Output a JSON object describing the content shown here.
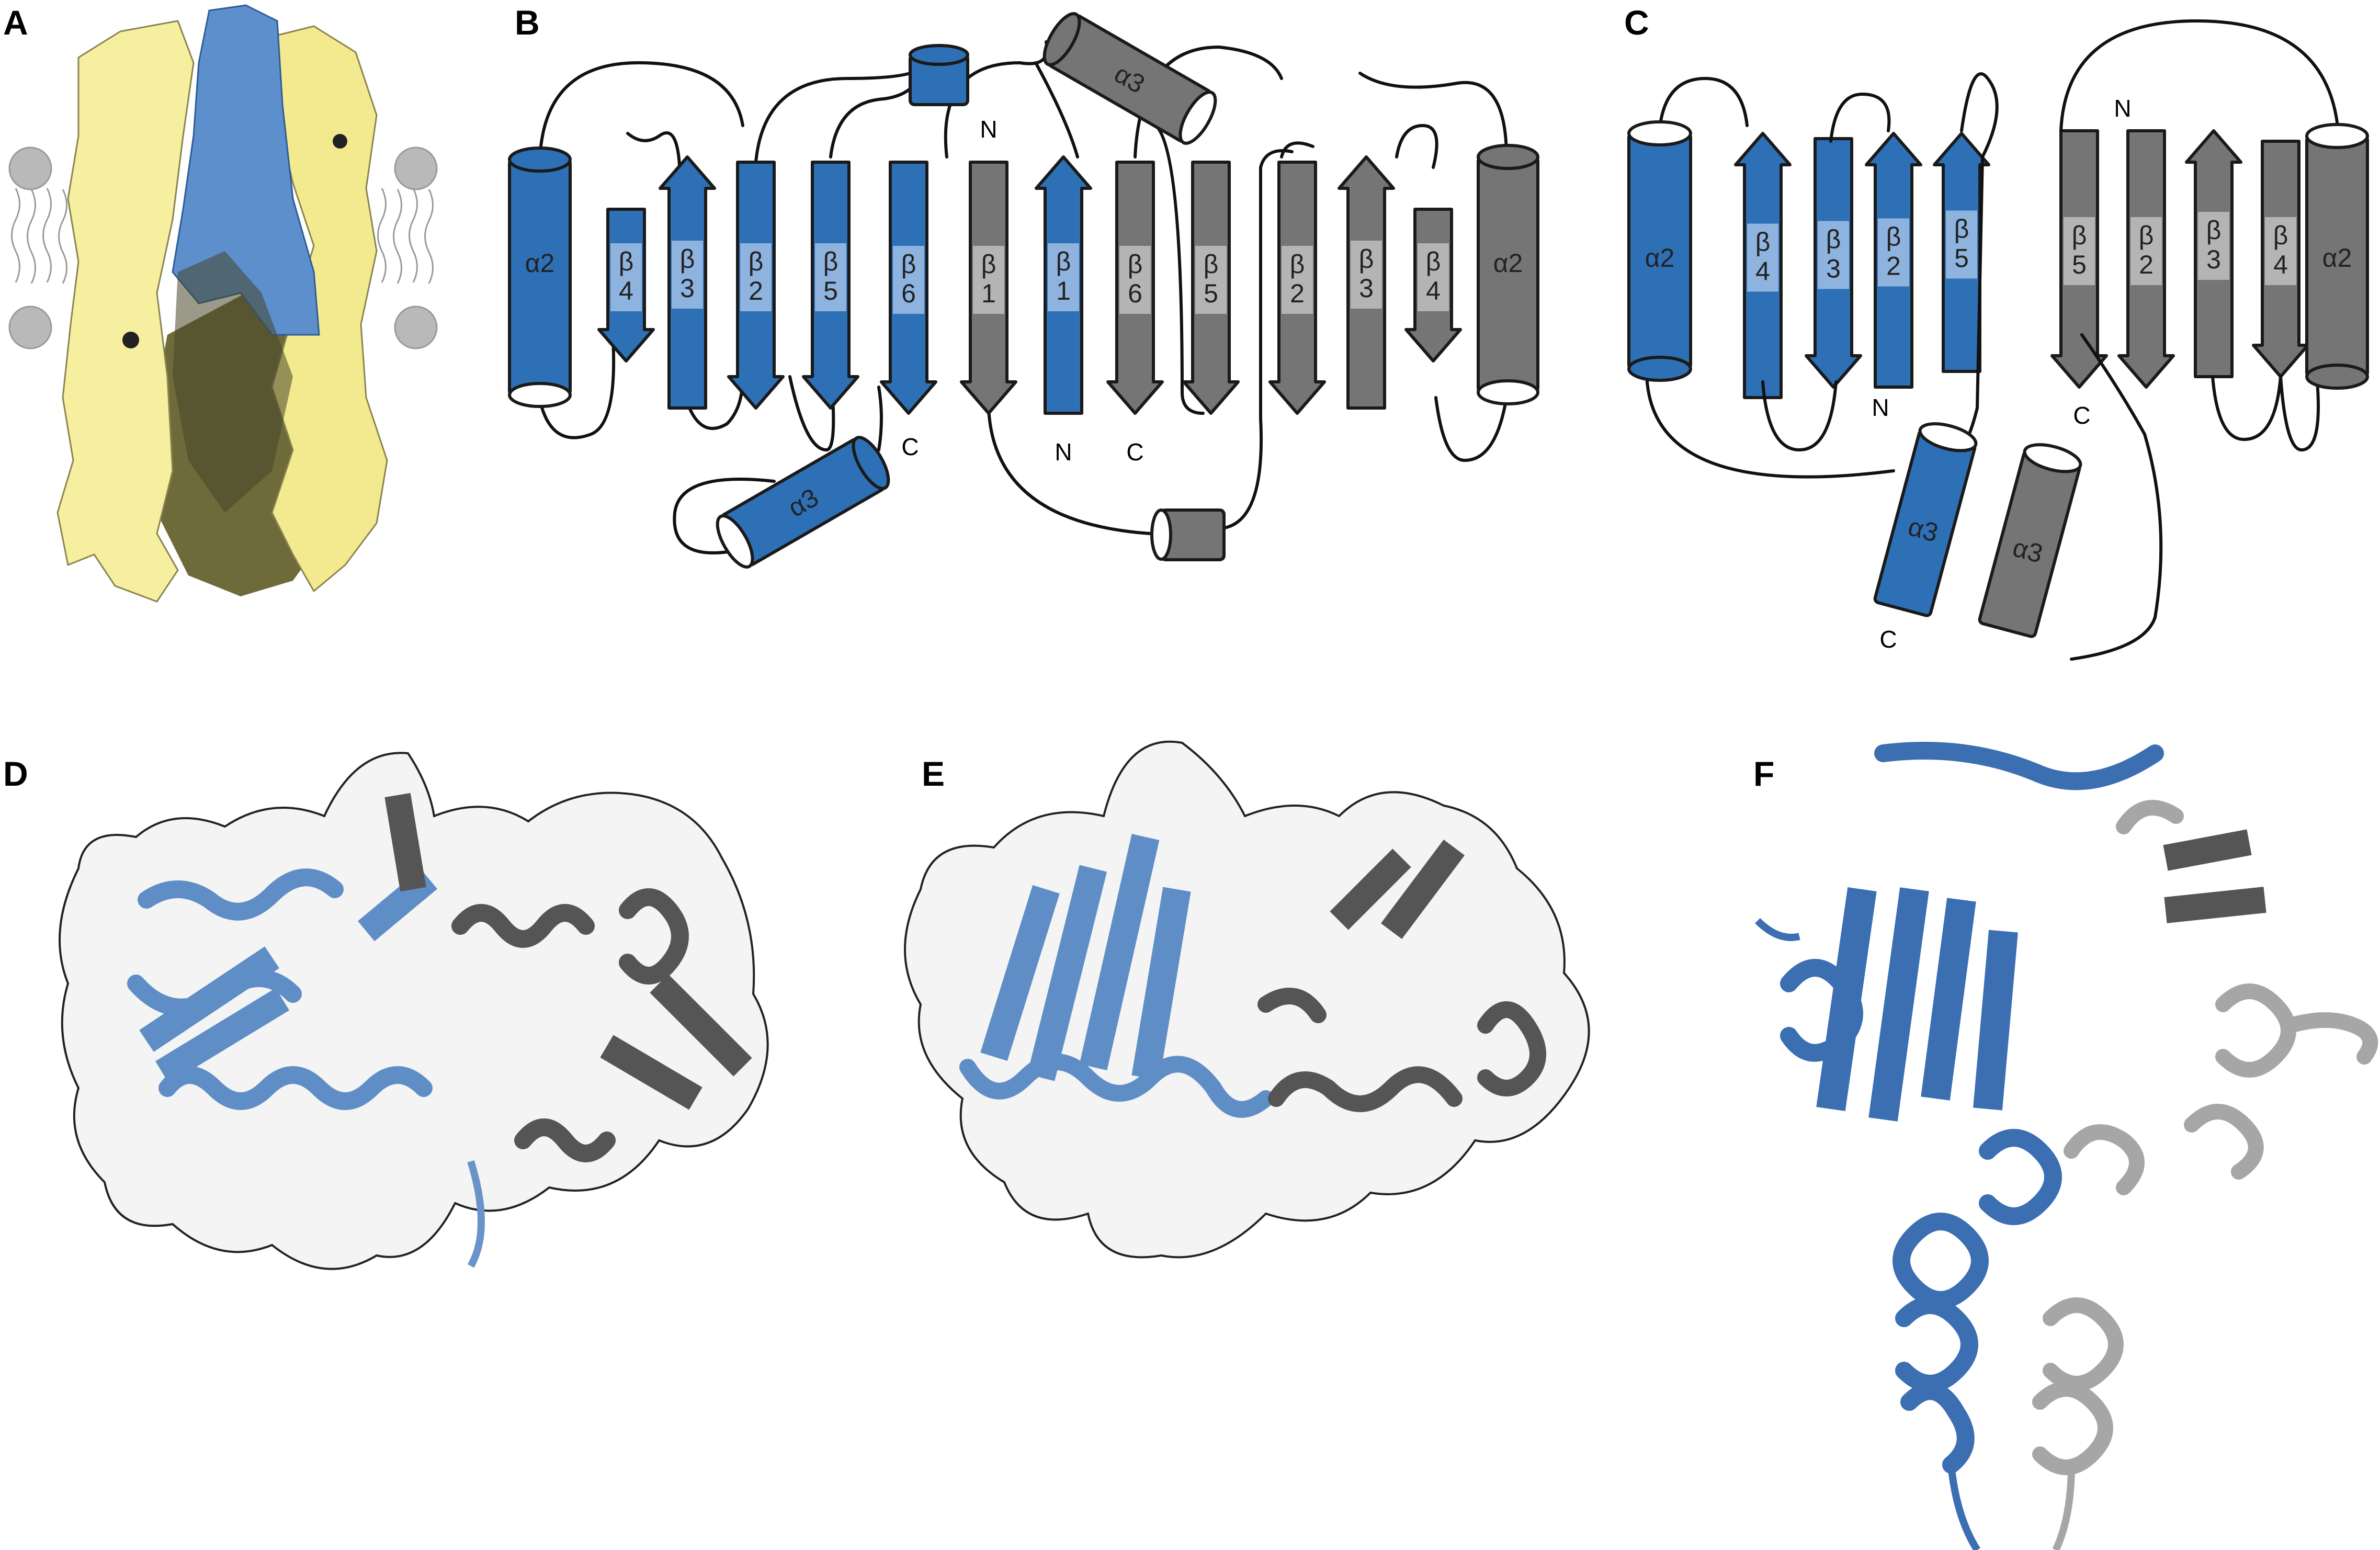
{
  "colors": {
    "chain_a": "#2e70b6",
    "chain_b": "#757575",
    "surface_yellow": "#f6ef9f",
    "outline": "#1a1a1a"
  },
  "panels": {
    "A": {
      "label": "A"
    },
    "B": {
      "label": "B",
      "elements": [
        {
          "chain": "blue",
          "type": "helix",
          "text": "α2"
        },
        {
          "chain": "blue",
          "type": "strand",
          "text": "β\n4"
        },
        {
          "chain": "blue",
          "type": "strand",
          "text": "β\n3"
        },
        {
          "chain": "blue",
          "type": "strand",
          "text": "β\n2"
        },
        {
          "chain": "blue",
          "type": "strand",
          "text": "β\n5"
        },
        {
          "chain": "blue",
          "type": "strand",
          "text": "β\n6"
        },
        {
          "chain": "grey",
          "type": "strand",
          "text": "β\n1"
        },
        {
          "chain": "blue",
          "type": "strand",
          "text": "β\n1"
        },
        {
          "chain": "grey",
          "type": "strand",
          "text": "β\n6"
        },
        {
          "chain": "grey",
          "type": "strand",
          "text": "β\n5"
        },
        {
          "chain": "grey",
          "type": "strand",
          "text": "β\n2"
        },
        {
          "chain": "grey",
          "type": "strand",
          "text": "β\n3"
        },
        {
          "chain": "grey",
          "type": "strand",
          "text": "β\n4"
        },
        {
          "chain": "grey",
          "type": "helix",
          "text": "α2"
        },
        {
          "chain": "blue",
          "type": "helix",
          "text": "α3"
        },
        {
          "chain": "grey",
          "type": "helix",
          "text": "α3"
        }
      ],
      "termini": [
        "N",
        "C",
        "N",
        "C"
      ]
    },
    "C": {
      "label": "C",
      "elements": [
        {
          "chain": "blue",
          "type": "helix",
          "text": "α2"
        },
        {
          "chain": "blue",
          "type": "strand",
          "text": "β\n4"
        },
        {
          "chain": "blue",
          "type": "strand",
          "text": "β\n3"
        },
        {
          "chain": "blue",
          "type": "strand",
          "text": "β\n2"
        },
        {
          "chain": "blue",
          "type": "strand",
          "text": "β\n5"
        },
        {
          "chain": "grey",
          "type": "strand",
          "text": "β\n5"
        },
        {
          "chain": "grey",
          "type": "strand",
          "text": "β\n2"
        },
        {
          "chain": "grey",
          "type": "strand",
          "text": "β\n3"
        },
        {
          "chain": "grey",
          "type": "strand",
          "text": "β\n4"
        },
        {
          "chain": "grey",
          "type": "helix",
          "text": "α2"
        },
        {
          "chain": "blue",
          "type": "helix",
          "text": "α3"
        },
        {
          "chain": "grey",
          "type": "helix",
          "text": "α3"
        }
      ],
      "termini": [
        "N",
        "N",
        "C",
        "C"
      ]
    },
    "D": {
      "label": "D"
    },
    "E": {
      "label": "E"
    },
    "F": {
      "label": "F"
    }
  }
}
